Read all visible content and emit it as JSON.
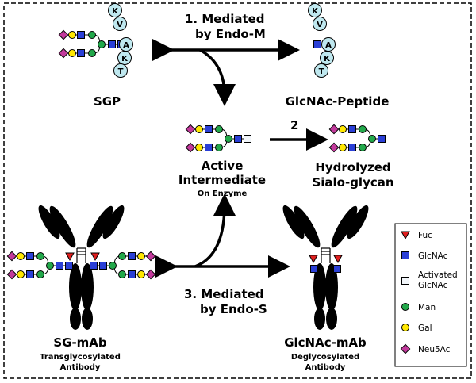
{
  "sgp": {
    "peptide": [
      "K",
      "V",
      "A",
      "K",
      "T"
    ]
  },
  "glcnac_peptide": {
    "peptide": [
      "K",
      "V",
      "A",
      "K",
      "T"
    ]
  },
  "labels": {
    "sgp": "SGP",
    "glcnac_peptide": "GlcNAc-Peptide",
    "reaction1_line1": "1.  Mediated",
    "reaction1_line2": "by Endo-M",
    "reaction2": "2",
    "active_line1": "Active",
    "active_line2": "Intermediate",
    "active_sub": "On Enzyme",
    "hydrolyzed_line1": "Hydrolyzed",
    "hydrolyzed_line2": "Sialo-glycan",
    "reaction3_line1": "3. Mediated",
    "reaction3_line2": "by Endo-S",
    "sg_mab": "SG-mAb",
    "sg_mab_sub1": "Transglycosylated",
    "sg_mab_sub2": "Antibody",
    "glcnac_mab": "GlcNAc-mAb",
    "glcnac_mab_sub1": "Deglycosylated",
    "glcnac_mab_sub2": "Antibody"
  },
  "legend": [
    "Fuc",
    "GlcNAc",
    "Activated",
    "GlcNAc",
    "Man",
    "Gal",
    "Neu5Ac"
  ],
  "colors": {
    "fuc": "#e01e1e",
    "glcnac": "#2a3fd6",
    "activated_glcnac": "#f2f6fa",
    "man": "#22a84a",
    "gal": "#ffe800",
    "neu5ac": "#c23a9c",
    "peptide_residue": "#bfe8ef"
  }
}
